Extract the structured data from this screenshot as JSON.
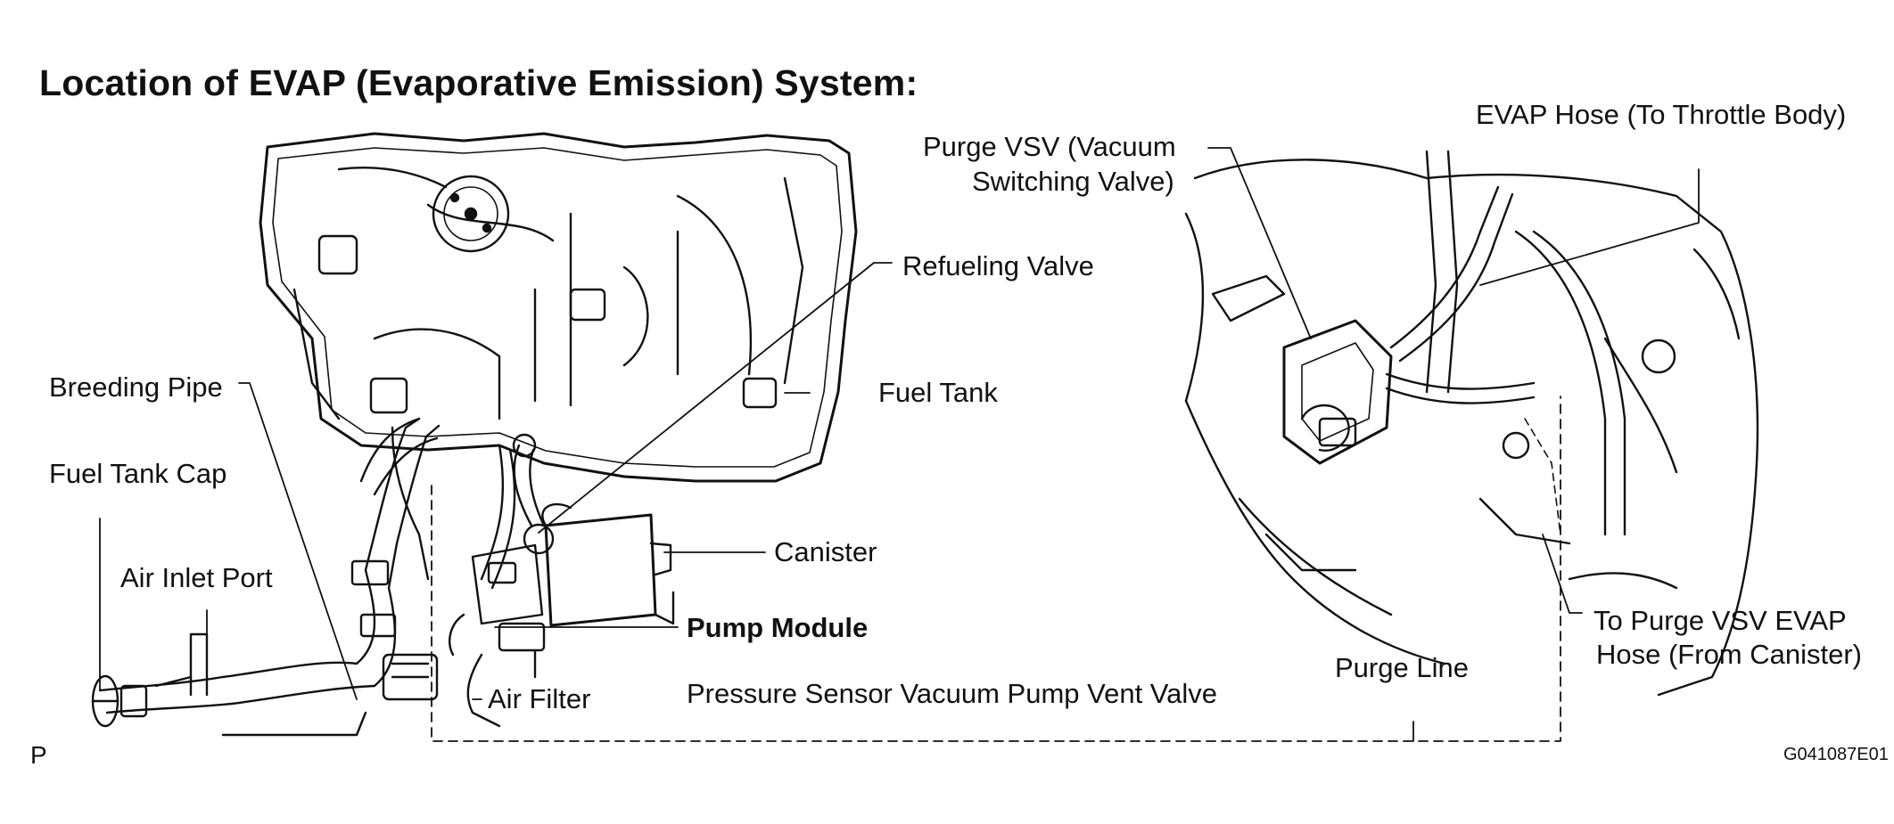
{
  "title": "Location of EVAP (Evaporative Emission) System:",
  "labels": {
    "evap_hose": "EVAP Hose (To Throttle Body)",
    "purge_vsv_line1": "Purge VSV (Vacuum",
    "purge_vsv_line2": "Switching Valve)",
    "refueling_valve": "Refueling Valve",
    "breeding_pipe": "Breeding Pipe",
    "fuel_tank": "Fuel Tank",
    "fuel_tank_cap": "Fuel Tank Cap",
    "canister": "Canister",
    "air_inlet_port": "Air Inlet Port",
    "pump_module": "Pump Module",
    "to_purge_line1": "To Purge VSV EVAP",
    "to_purge_line2": "Hose (From Canister)",
    "purge_line": "Purge Line",
    "air_filter": "Air Filter",
    "pump_components": "Pressure Sensor Vacuum Pump Vent Valve"
  },
  "corner_mark": "P",
  "figure_code": "G041087E01"
}
